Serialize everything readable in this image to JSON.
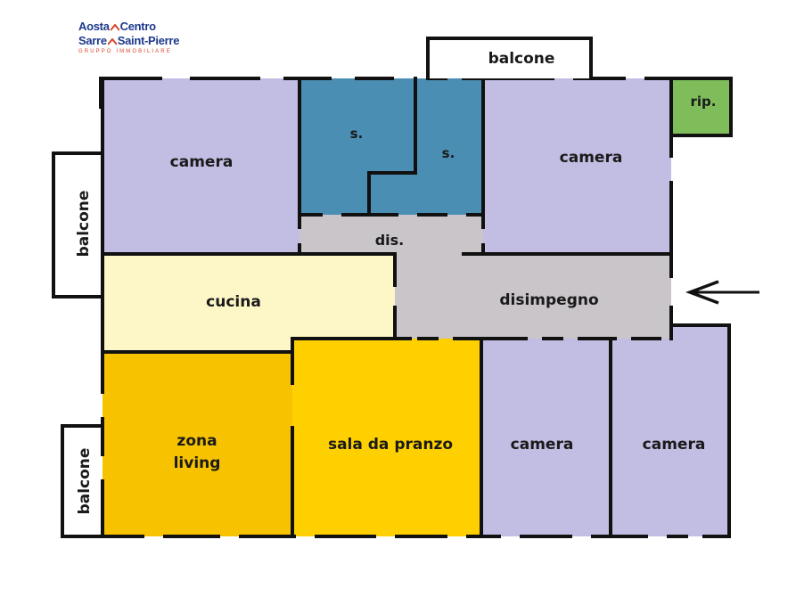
{
  "logo": {
    "line1_a": "Aosta",
    "line1_b": "Centro",
    "line2_a": "Sarre",
    "line2_b": "Saint-Pierre",
    "tagline": "GRUPPO IMMOBILIARE"
  },
  "rooms": {
    "camera_nw": "camera",
    "bagno_1": "s.",
    "bagno_2": "s.",
    "camera_ne": "camera",
    "ripostiglio": "rip.",
    "dis": "dis.",
    "cucina": "cucina",
    "disimpegno": "disimpegno",
    "zona_living_1": "zona",
    "zona_living_2": "living",
    "sala_da_pranzo": "sala da pranzo",
    "camera_s1": "camera",
    "camera_s2": "camera"
  },
  "balconies": {
    "top": "balcone",
    "left_upper": "balcone",
    "left_lower": "balcone"
  },
  "colors": {
    "camera": "#c2bde2",
    "bagno": "#4b8eb3",
    "ripostiglio": "#7ebd5a",
    "disimpegno": "#c9c5c9",
    "cucina": "#fdf6c6",
    "zona_living": "#f7c300",
    "sala_da_pranzo": "#ffd000",
    "logo_blue": "#1c3a8c",
    "logo_orange": "#d9442b",
    "wall": "#111111"
  },
  "icons": {
    "entrance": "arrow-left-icon"
  }
}
